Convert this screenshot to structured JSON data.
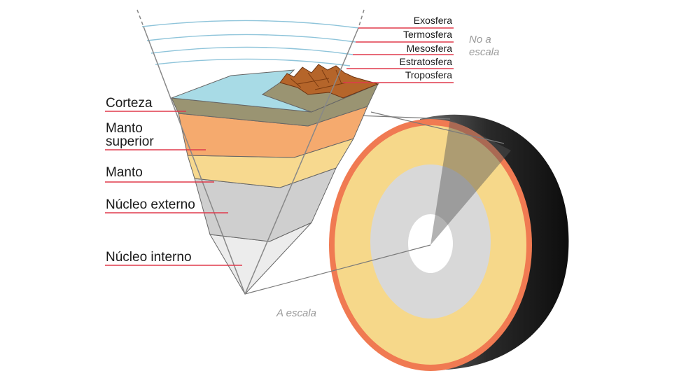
{
  "atmosphere_labels": {
    "exosphere": "Exosfera",
    "thermosphere": "Termosfera",
    "mesosphere": "Mesosfera",
    "stratosphere": "Estratosfera",
    "troposphere": "Troposfera"
  },
  "layer_labels": {
    "crust": "Corteza",
    "upper_mantle_line1": "Manto",
    "upper_mantle_line2": "superior",
    "mantle": "Manto",
    "outer_core": "Núcleo externo",
    "inner_core": "Núcleo interno"
  },
  "notes": {
    "not_to_scale_line1": "No a",
    "not_to_scale_line2": "escala",
    "to_scale": "A escala"
  },
  "colors": {
    "leader_line": "#e03a4c",
    "ocean": "#a8dbe6",
    "crust": "#9a9472",
    "land": "#b5652a",
    "upper_mantle": "#f5aa6e",
    "mantle": "#f7d98f",
    "outer_core": "#cfcfcf",
    "inner_core": "#ececec",
    "sphere_shell": "#f07a52",
    "sphere_body": "#f6d88a",
    "sphere_outer_core": "#d8d8d8",
    "sphere_edge": "#2a2a2a",
    "atmosphere_arc": "#8ec4da"
  }
}
